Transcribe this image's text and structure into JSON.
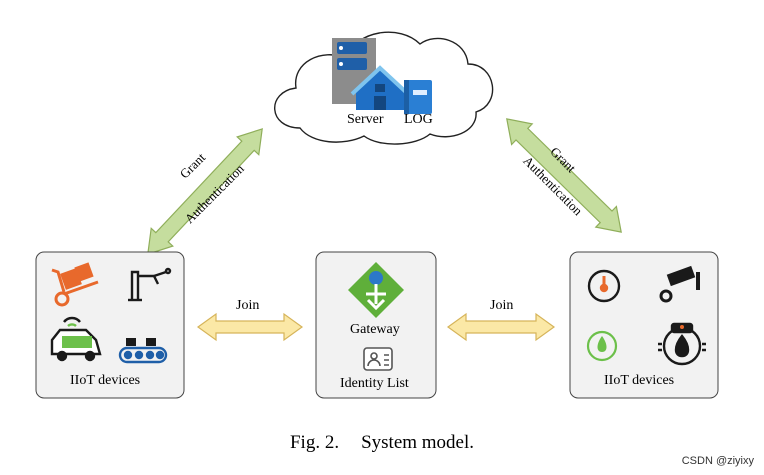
{
  "cloud": {
    "server_label": "Server",
    "log_label": "LOG"
  },
  "left_link": {
    "label1": "Grant",
    "label2": "Authentication"
  },
  "right_link": {
    "label1": "Grant",
    "label2": "Authentication"
  },
  "left_panel": {
    "label": "IIoT devices"
  },
  "right_panel": {
    "label": "IIoT devices"
  },
  "center_panel": {
    "gateway_label": "Gateway",
    "identity_label": "Identity List"
  },
  "join_left": "Join",
  "join_right": "Join",
  "caption": {
    "number": "Fig. 2.",
    "title": "System model."
  },
  "watermark": "CSDN @ziyixy",
  "colors": {
    "green_arrow_fill": "#c5dd9e",
    "green_arrow_stroke": "#8fae5a",
    "yellow_arrow_fill": "#fbe8a6",
    "yellow_arrow_stroke": "#d6b45a",
    "panel_fill": "#f2f2f2",
    "panel_stroke": "#444444",
    "orange": "#e8692c",
    "blue": "#1f5fa8",
    "green": "#6cc04a",
    "dark": "#1a1a1a"
  }
}
